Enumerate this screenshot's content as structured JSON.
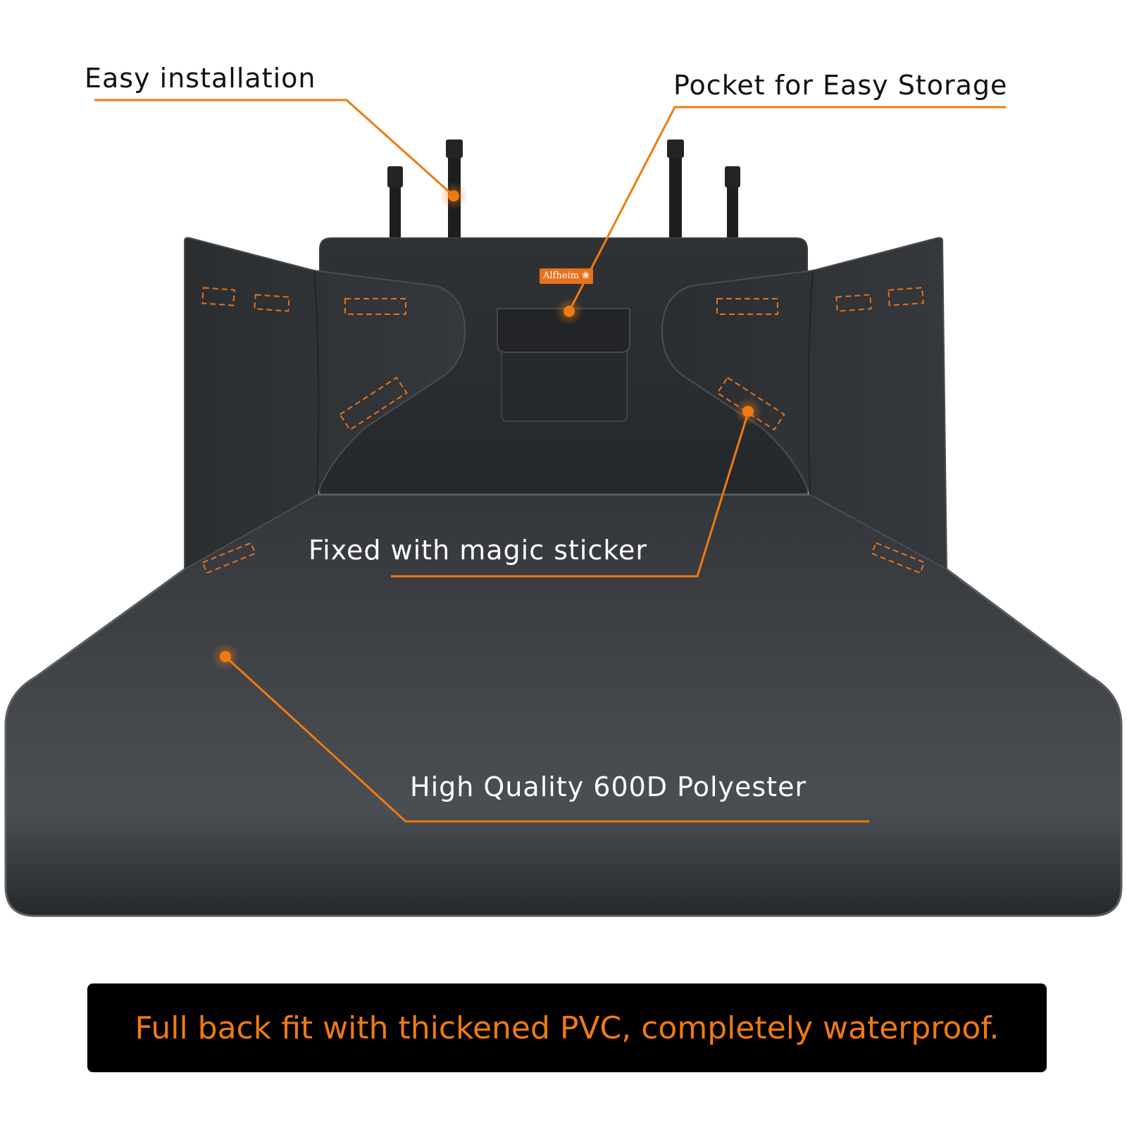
{
  "callouts": {
    "easy_installation": "Easy installation",
    "pocket_storage": "Pocket for Easy Storage",
    "magic_sticker": "Fixed with magic sticker",
    "polyester": "High Quality 600D Polyester"
  },
  "product": {
    "brand_label": "Alfheim",
    "brand_icon": "paw-icon"
  },
  "banner": {
    "text": "Full back fit with thickened PVC, completely waterproof."
  },
  "colors": {
    "accent": "#f07a12",
    "cover": "#2c2f33",
    "banner_bg": "#000000"
  }
}
